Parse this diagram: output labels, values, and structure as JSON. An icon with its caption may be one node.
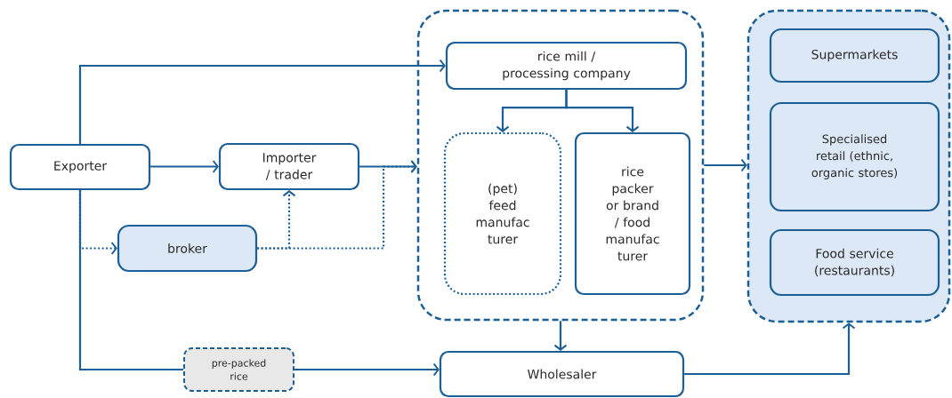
{
  "diagram": {
    "nodes": [
      {
        "text": [
          "Exporter"
        ]
      },
      {
        "text": [
          "Importer / trader"
        ]
      },
      {
        "text": [
          "broker"
        ]
      },
      {
        "text": [],
        "shape": "box"
      },
      {
        "text": [
          "rice mill / processing company"
        ],
        "in": 3
      },
      {
        "text": [
          "(pet) feed manufac turer"
        ],
        "in": 3
      },
      {
        "text": [
          "rice packer or brand / food manufac turer"
        ],
        "in": 3
      },
      {
        "text": [],
        "shape": "box"
      },
      {
        "text": [
          "Supermarkets"
        ],
        "in": 7
      },
      {
        "text": [
          "Specialised retail (ethnic, organic stores)"
        ],
        "in": 7
      },
      {
        "text": [
          "Food service (restaurants)"
        ],
        "in": 7
      },
      {
        "text": [
          "pre-packed rice"
        ]
      },
      {
        "text": [
          "Wholesaler"
        ]
      }
    ],
    "edges": [
      {
        "from": 0,
        "to": 4,
        "arrow": "to"
      },
      {
        "from": 0,
        "to": 1,
        "arrow": "to"
      },
      {
        "from": 0,
        "to": 2,
        "arrow": "to",
        "style": "dashed"
      },
      {
        "from": 2,
        "to": 1,
        "arrow": "to",
        "style": "dashed"
      },
      {
        "from": 2,
        "to": 3,
        "arrow": "to",
        "style": "dashed"
      },
      {
        "from": 1,
        "to": 3,
        "arrow": "to"
      },
      {
        "from": 4,
        "to": 5,
        "arrow": "to"
      },
      {
        "from": 4,
        "to": 6,
        "arrow": "to"
      },
      {
        "from": 3,
        "to": 7,
        "arrow": "to"
      },
      {
        "from": 3,
        "to": 12,
        "arrow": "to"
      },
      {
        "from": 0,
        "to": 11,
        "arrow": "none"
      },
      {
        "from": 11,
        "to": 12,
        "arrow": "to"
      },
      {
        "from": 12,
        "to": 7,
        "arrow": "to"
      }
    ]
  }
}
